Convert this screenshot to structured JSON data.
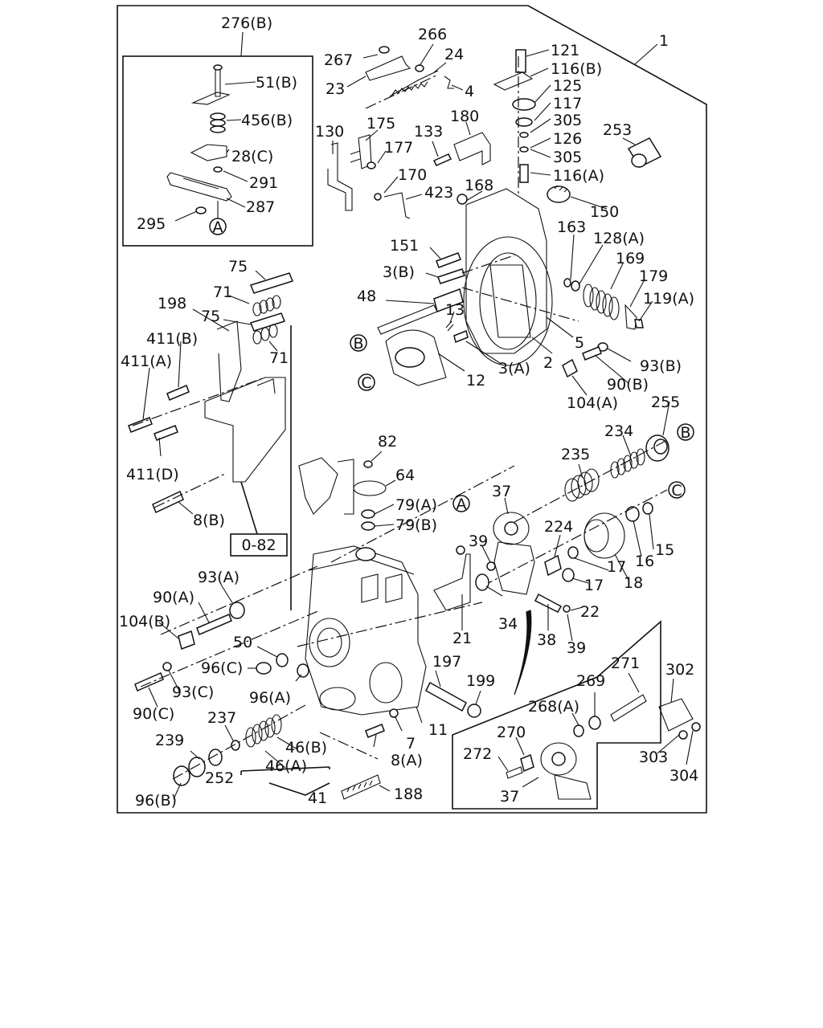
{
  "labels": {
    "l1": "1",
    "l276B": "276(B)",
    "l51B": "51(B)",
    "l456B": "456(B)",
    "l28C": "28(C)",
    "l291": "291",
    "l287": "287",
    "l295": "295",
    "l267": "267",
    "l266": "266",
    "l24": "24",
    "l23": "23",
    "l4": "4",
    "l121": "121",
    "l116B": "116(B)",
    "l125": "125",
    "l117": "117",
    "l305a": "305",
    "l126": "126",
    "l305b": "305",
    "l116A": "116(A)",
    "l253": "253",
    "l130": "130",
    "l175": "175",
    "l177": "177",
    "l133": "133",
    "l180": "180",
    "l170": "170",
    "l423": "423",
    "l168": "168",
    "l150": "150",
    "l163": "163",
    "l128A": "128(A)",
    "l169": "169",
    "l179": "179",
    "l119A": "119(A)",
    "l151": "151",
    "l3B": "3(B)",
    "l48": "48",
    "l13": "13",
    "l5": "5",
    "l2": "2",
    "l3A": "3(A)",
    "l12": "12",
    "l93B": "93(B)",
    "l90B": "90(B)",
    "l104A": "104(A)",
    "l255": "255",
    "l75a": "75",
    "l71a": "71",
    "l198": "198",
    "l75b": "75",
    "l411B": "411(B)",
    "l411A": "411(A)",
    "l71b": "71",
    "l411D": "411(D)",
    "l8B": "8(B)",
    "l082": "0-82",
    "l82": "82",
    "l64": "64",
    "l79A": "79(A)",
    "l79B": "79(B)",
    "l234": "234",
    "l235": "235",
    "l37a": "37",
    "l224": "224",
    "l16": "16",
    "l15": "15",
    "l17a": "17",
    "l17b": "17",
    "l18": "18",
    "l39a": "39",
    "l22": "22",
    "l34": "34",
    "l21": "21",
    "l38": "38",
    "l39b": "39",
    "l93A": "93(A)",
    "l90A": "90(A)",
    "l104B": "104(B)",
    "l50": "50",
    "l96C": "96(C)",
    "l96A": "96(A)",
    "l93C": "93(C)",
    "l90C": "90(C)",
    "l197": "197",
    "l199": "199",
    "l271": "271",
    "l302": "302",
    "l269": "269",
    "l268A": "268(A)",
    "l237": "237",
    "l239": "239",
    "l46B": "46(B)",
    "l46A": "46(A)",
    "l252": "252",
    "l41": "41",
    "l96B": "96(B)",
    "l7": "7",
    "l11": "11",
    "l8A": "8(A)",
    "l188": "188",
    "l270": "270",
    "l272": "272",
    "l37b": "37",
    "l303": "303",
    "l304": "304"
  },
  "markers": {
    "mA1": "A",
    "mB1": "B",
    "mC1": "C",
    "mB2": "B",
    "mC2": "C",
    "mA2": "A"
  }
}
